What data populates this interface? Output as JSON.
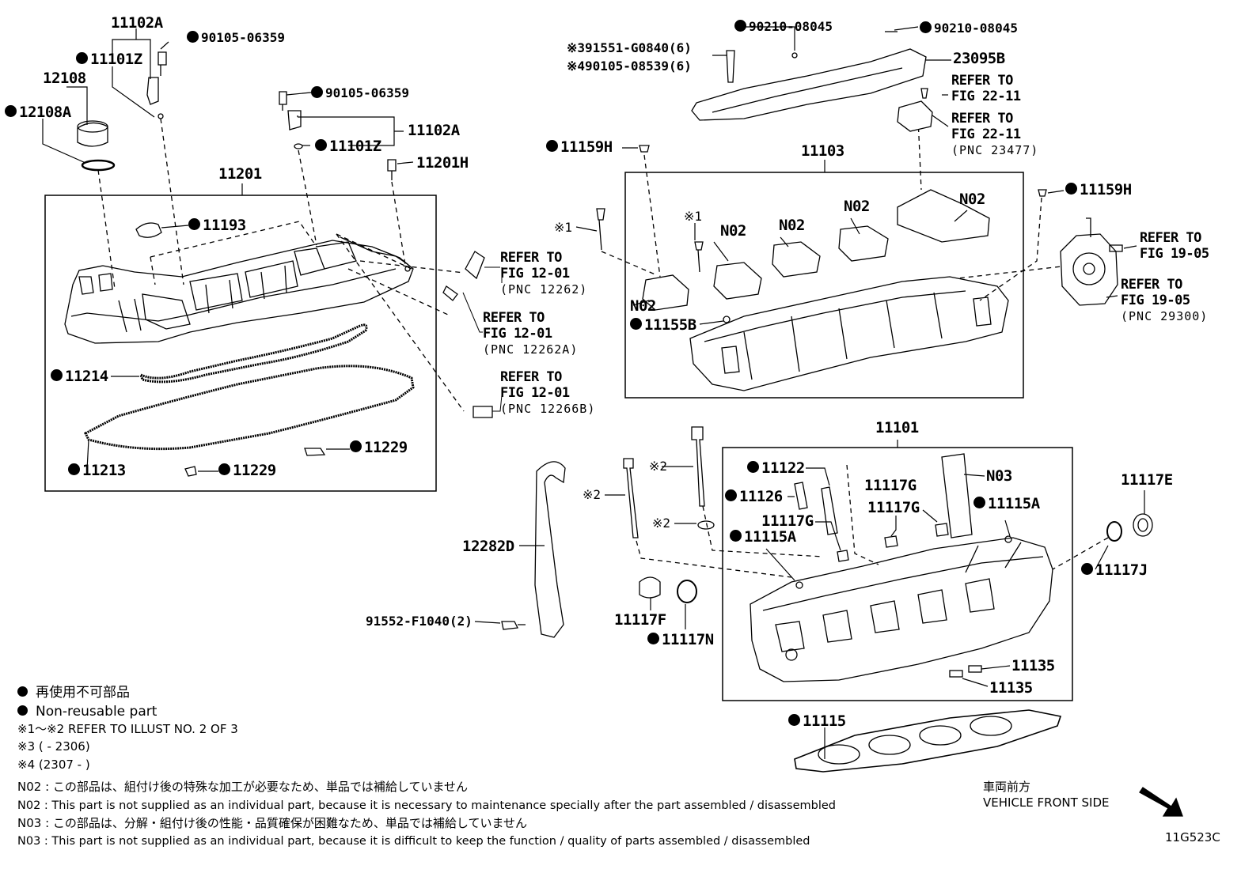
{
  "labels": {
    "p11102A_top": "11102A",
    "p90105_06359_top": "90105-06359",
    "p11101Z_top": "11101Z",
    "p12108": "12108",
    "p12108A": "12108A",
    "p90105_06359_mid": "90105-06359",
    "p11102A_mid": "11102A",
    "p11101Z_mid": "11101Z",
    "p11201H": "11201H",
    "p11201": "11201",
    "p11193": "11193",
    "p11214": "11214",
    "p11213": "11213",
    "p11229_a": "11229",
    "p11229_b": "11229",
    "p90210_08045_a": "90210-08045",
    "p90210_08045_b": "90210-08045",
    "p91551": "※391551-G0840(6)",
    "p90105_08539": "※490105-08539(6)",
    "p23095B": "23095B",
    "p11159H_a": "11159H",
    "p11103": "11103",
    "p11159H_b": "11159H",
    "star1_a": "※1",
    "star1_b": "※1",
    "n02_1": "N02",
    "n02_2": "N02",
    "n02_3": "N02",
    "n02_4": "N02",
    "n02_5": "N02",
    "p11155B": "11155B",
    "p11101": "11101",
    "star2_a": "※2",
    "star2_b": "※2",
    "star2_c": "※2",
    "p11122": "11122",
    "p11126": "11126",
    "p11117G_a": "11117G",
    "p11117G_b": "11117G",
    "p11117G_c": "11117G",
    "n03": "N03",
    "p11115A_a": "11115A",
    "p11115A_b": "11115A",
    "p11117E": "11117E",
    "p11117J": "11117J",
    "p12282D": "12282D",
    "p91552": "91552-F1040(2)",
    "p11117F": "11117F",
    "p11117N": "11117N",
    "p11135_a": "11135",
    "p11135_b": "11135",
    "p11115": "11115"
  },
  "refs": {
    "ref_22_11_a": [
      "REFER TO",
      "FIG 22-11"
    ],
    "ref_22_11_b": [
      "REFER TO",
      "FIG 22-11",
      "(PNC 23477)"
    ],
    "ref_12_01_a": [
      "REFER TO",
      "FIG 12-01",
      "(PNC 12262)"
    ],
    "ref_12_01_b": [
      "REFER TO",
      "FIG 12-01",
      "(PNC 12262A)"
    ],
    "ref_12_01_c": [
      "REFER TO",
      "FIG 12-01",
      "(PNC 12266B)"
    ],
    "ref_19_05_a": [
      "REFER TO",
      "FIG 19-05"
    ],
    "ref_19_05_b": [
      "REFER TO",
      "FIG 19-05",
      "(PNC 29300)"
    ]
  },
  "notes": {
    "legend_jp": "再使用不可部品",
    "legend_en": "Non-reusable part",
    "line_star12": "※1～※2  REFER TO ILLUST NO. 2 OF 3",
    "line_star3": "※3 (         - 2306)",
    "line_star4": "※4 (2307 -         )",
    "n02_jp": "N02 : この部品は、組付け後の特殊な加工が必要なため、単品では補給していません",
    "n02_en": "N02 : This part is not supplied as an individual part, because it is necessary to maintenance specially after the part assembled / disassembled",
    "n03_jp": "N03 : この部品は、分解・組付け後の性能・品質確保が困難なため、単品では補給していません",
    "n03_en": "N03 : This part is not supplied as an individual part, because it is difficult to keep the function / quality of parts  assembled / disassembled",
    "front_jp": "車両前方",
    "front_en": "VEHICLE FRONT SIDE",
    "illust_code": "11G523C"
  }
}
